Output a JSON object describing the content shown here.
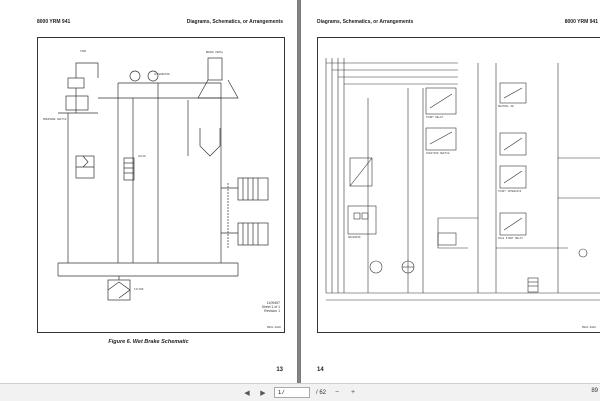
{
  "viewer": {
    "current_page": "17",
    "total_pages": "/ 62",
    "zoom": "89"
  },
  "left_page": {
    "header_left": "8000 YRM 941",
    "header_right": "Diagrams, Schematics, or Arrangements",
    "page_number": "13",
    "caption": "Figure 6. Wet Brake Schematic",
    "sheet_info": [
      "1409457",
      "Sheet 1 of 1",
      "Revision 1"
    ],
    "figure_id": "PB01-0026",
    "labels": {
      "fuel_tank": "TANK",
      "pressure_switch": "PRESSURE SWITCH",
      "brake_pedal": "BRAKE PEDAL",
      "alternator": "ALTERNATOR",
      "valve": "VALVE",
      "filter": "FILTER"
    }
  },
  "right_page": {
    "header_left": "Diagrams, Schematics, or Arrangements",
    "header_right": "8000 YRM 941",
    "page_number": "14",
    "figure_id": "PB01-0026",
    "labels": {
      "start_relay": "START RELAY",
      "ignition_switch": "IGNITION SWITCH",
      "neutral_sw": "NEUTRAL SW",
      "start_interlock": "START INTERLOCK",
      "idle_start": "IDLE START RELAY",
      "solenoid": "SOLENOID"
    }
  },
  "colors": {
    "line": "#333333",
    "background": "#8a8a8a",
    "page": "#ffffff"
  }
}
